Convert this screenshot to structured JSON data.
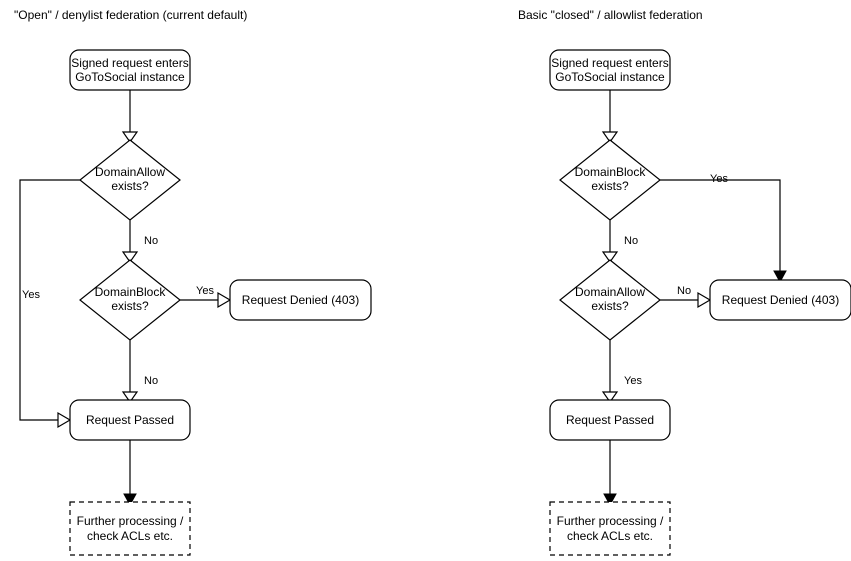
{
  "diagram": {
    "title_left": "\"Open\" / denylist federation (current default)",
    "title_right": "Basic \"closed\" / allowlist federation",
    "panels": [
      {
        "id": "denylist",
        "title": "\"Open\" / denylist federation (current default)",
        "nodes": {
          "entry_line1": "Signed request enters",
          "entry_line2": "GoToSocial instance",
          "decision1_line1": "DomainAllow",
          "decision1_line2": "exists?",
          "decision2_line1": "DomainBlock",
          "decision2_line2": "exists?",
          "denied": "Request Denied (403)",
          "passed": "Request Passed",
          "further_line1": "Further processing /",
          "further_line2": "check ACLs etc."
        },
        "edges": {
          "allow_yes": "Yes",
          "allow_no": "No",
          "block_yes": "Yes",
          "block_no": "No"
        }
      },
      {
        "id": "allowlist",
        "title": "Basic \"closed\" / allowlist federation",
        "nodes": {
          "entry_line1": "Signed request enters",
          "entry_line2": "GoToSocial instance",
          "decision1_line1": "DomainBlock",
          "decision1_line2": "exists?",
          "decision2_line1": "DomainAllow",
          "decision2_line2": "exists?",
          "denied": "Request Denied (403)",
          "passed": "Request Passed",
          "further_line1": "Further processing /",
          "further_line2": "check ACLs etc."
        },
        "edges": {
          "block_yes": "Yes",
          "block_no": "No",
          "allow_no": "No",
          "allow_yes": "Yes"
        }
      }
    ],
    "colors": {
      "background": "#ffffff",
      "stroke": "#000000",
      "text": "#000000"
    }
  }
}
